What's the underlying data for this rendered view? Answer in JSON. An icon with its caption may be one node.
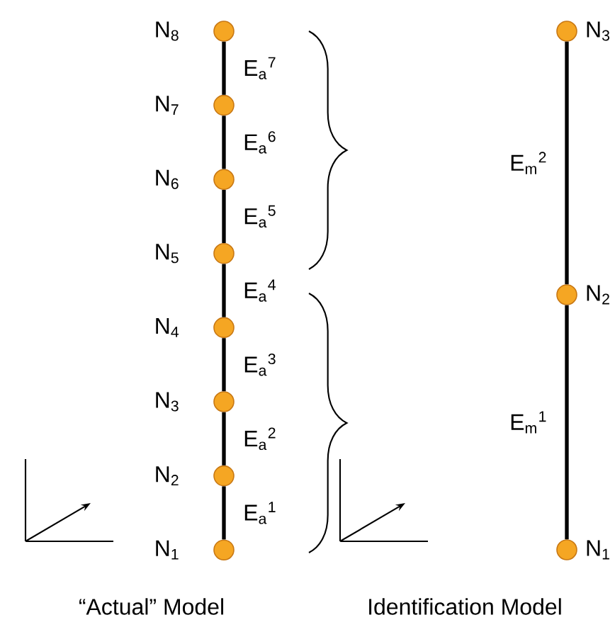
{
  "diagram": {
    "nodes": [
      {
        "text": [],
        "shape": "circle",
        "beside": [
          "N$_{8}$"
        ]
      },
      {
        "text": [],
        "shape": "circle",
        "beside": [
          "N$_{7}$"
        ]
      },
      {
        "text": [],
        "shape": "circle",
        "beside": [
          "N$_{6}$"
        ]
      },
      {
        "text": [],
        "shape": "circle",
        "beside": [
          "N$_{5}$"
        ]
      },
      {
        "text": [],
        "shape": "circle",
        "beside": [
          "N$_{4}$"
        ]
      },
      {
        "text": [],
        "shape": "circle",
        "beside": [
          "N$_{3}$"
        ]
      },
      {
        "text": [],
        "shape": "circle",
        "beside": [
          "N$_{2}$"
        ]
      },
      {
        "text": [],
        "shape": "circle",
        "beside": [
          "N$_{1}$"
        ]
      },
      {
        "text": [],
        "shape": "circle",
        "beside": [
          "N$_{3}$"
        ]
      },
      {
        "text": [],
        "shape": "circle",
        "beside": [
          "N$_{2}$"
        ]
      },
      {
        "text": [],
        "shape": "circle",
        "beside": [
          "N$_{1}$"
        ]
      }
    ],
    "edges": [
      {
        "from": 7,
        "to": 6,
        "arrow": "none",
        "label": "E$_{a}$$^{1}$"
      },
      {
        "from": 6,
        "to": 5,
        "arrow": "none",
        "label": "E$_{a}$$^{2}$"
      },
      {
        "from": 5,
        "to": 4,
        "arrow": "none",
        "label": "E$_{a}$$^{3}$"
      },
      {
        "from": 4,
        "to": 3,
        "arrow": "none",
        "label": "E$_{a}$$^{4}$"
      },
      {
        "from": 3,
        "to": 2,
        "arrow": "none",
        "label": "E$_{a}$$^{5}$"
      },
      {
        "from": 2,
        "to": 1,
        "arrow": "none",
        "label": "E$_{a}$$^{6}$"
      },
      {
        "from": 1,
        "to": 0,
        "arrow": "none",
        "label": "E$_{a}$$^{7}$"
      },
      {
        "from": 10,
        "to": 9,
        "arrow": "none",
        "label": "E$_{m}$$^{1}$"
      },
      {
        "from": 9,
        "to": 8,
        "arrow": "none",
        "label": "E$_{m}$$^{2}$"
      }
    ],
    "labels": [
      "“Actual” Model",
      "Identification Model"
    ]
  }
}
